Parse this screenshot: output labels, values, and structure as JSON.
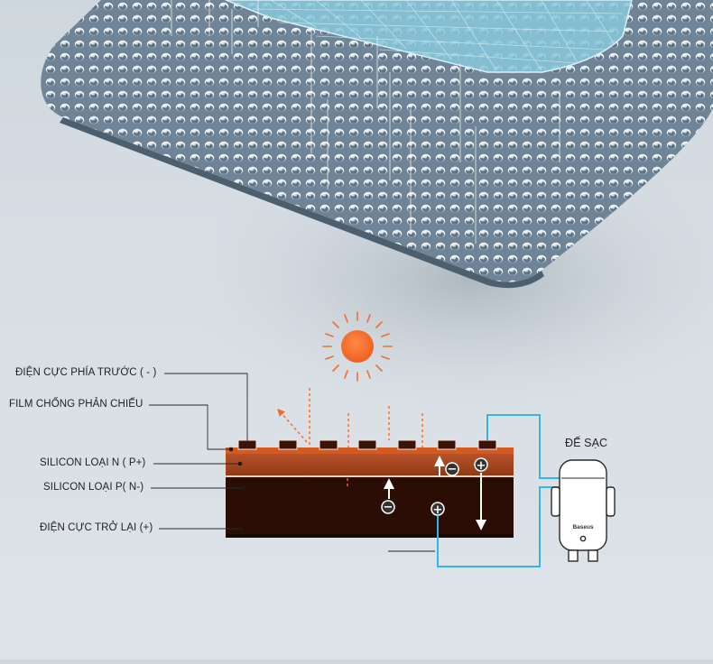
{
  "labels": {
    "front_electrode": "ĐIỆN CỰC PHÍA TRƯỚC ( - )",
    "anti_reflection_film": "FILM CHỐNG PHẢN CHIẾU",
    "silicon_n": "SILICON LOẠI N ( P+)",
    "silicon_p": "SILICON LOẠI P( N-)",
    "back_electrode": "ĐIỆN CỰC TRỞ LẠI (+)",
    "charger": "ĐẾ SẠC"
  },
  "device": {
    "brand": "Baseus"
  },
  "symbols": {
    "plus": "+",
    "minus": "−"
  },
  "colors": {
    "background": "#d5dce2",
    "panel": "#8fa3b3",
    "sun": "#f26d2b",
    "n_layer": "#a4481f",
    "p_layer": "#2a0e06",
    "wire": "#33b5e8"
  }
}
